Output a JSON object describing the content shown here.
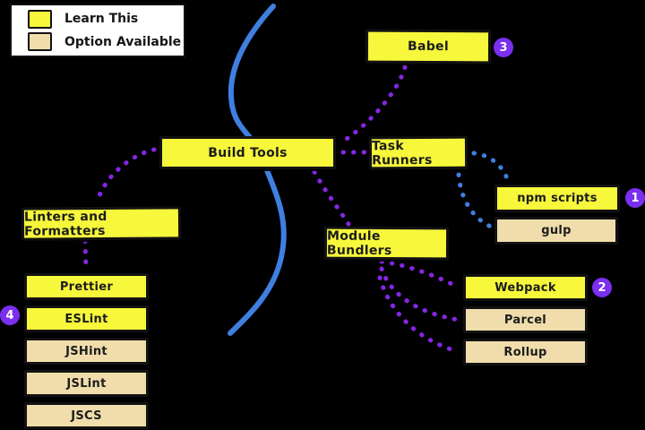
{
  "legend": {
    "items": [
      {
        "label": "Learn This",
        "type": "learn"
      },
      {
        "label": "Option Available",
        "type": "option"
      }
    ]
  },
  "nodes": {
    "babel": {
      "label": "Babel",
      "badge": "3",
      "type": "learn"
    },
    "build_tools": {
      "label": "Build Tools",
      "type": "learn"
    },
    "task_runners": {
      "label": "Task Runners",
      "type": "learn"
    },
    "npm_scripts": {
      "label": "npm scripts",
      "badge": "1",
      "type": "learn"
    },
    "gulp": {
      "label": "gulp",
      "type": "option"
    },
    "linters_and_formatters": {
      "label": "Linters and Formatters",
      "type": "learn"
    },
    "prettier": {
      "label": "Prettier",
      "type": "learn"
    },
    "eslint": {
      "label": "ESLint",
      "badge": "4",
      "type": "learn"
    },
    "jshint": {
      "label": "JSHint",
      "type": "option"
    },
    "jslint": {
      "label": "JSLint",
      "type": "option"
    },
    "jscs": {
      "label": "JSCS",
      "type": "option"
    },
    "module_bundlers": {
      "label": "Module Bundlers",
      "type": "learn"
    },
    "webpack": {
      "label": "Webpack",
      "badge": "2",
      "type": "learn"
    },
    "parcel": {
      "label": "Parcel",
      "type": "option"
    },
    "rollup": {
      "label": "Rollup",
      "type": "option"
    }
  },
  "colors": {
    "background": "#000000",
    "learn-fill": "#f7f73c",
    "option-fill": "#f0ddab",
    "connector-purple": "#8526e3",
    "connector-blue": "#3f7fe0",
    "badge-purple": "#7b2ff0"
  }
}
